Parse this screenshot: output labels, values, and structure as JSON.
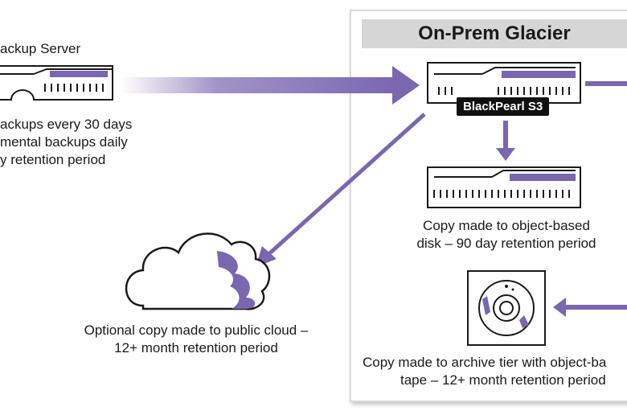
{
  "colors": {
    "accent": "#7b66b0",
    "dark": "#1a1a1a",
    "panel": "#d6d6d6"
  },
  "backup_server": {
    "title": "ackup Server",
    "lines": [
      "ackups every 30 days",
      "mental backups daily",
      "y retention period"
    ]
  },
  "glacier": {
    "title": "On-Prem Glacier",
    "badge": "BlackPearl S3",
    "disk_caption": [
      "Copy made to object-based",
      "disk – 90 day retention period"
    ],
    "tape_caption": [
      "Copy made to archive tier with object-ba",
      "tape – 12+ month retention period"
    ]
  },
  "cloud": {
    "caption": [
      "Optional copy made to public cloud –",
      "12+ month retention period"
    ]
  },
  "icons": [
    "server-icon",
    "blackpearl-server-icon",
    "disk-server-icon",
    "cloud-icon",
    "tape-icon"
  ]
}
